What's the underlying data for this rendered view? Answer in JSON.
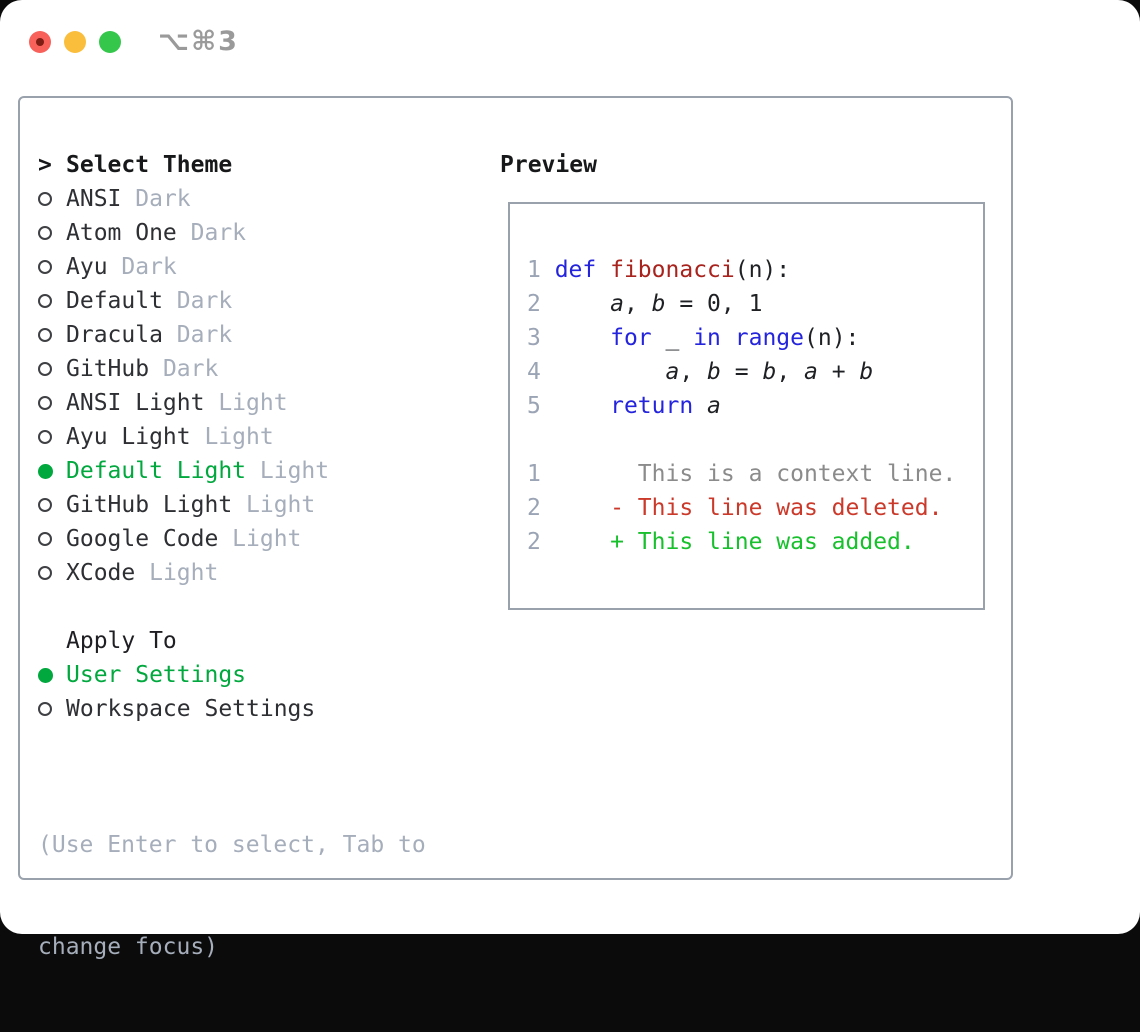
{
  "titlebar": {
    "shortcut": "⌥⌘3"
  },
  "theme_panel": {
    "header_prefix": ">",
    "header": "Select Theme",
    "items": [
      {
        "name": "ANSI",
        "variant": "Dark",
        "selected": false
      },
      {
        "name": "Atom One",
        "variant": "Dark",
        "selected": false
      },
      {
        "name": "Ayu",
        "variant": "Dark",
        "selected": false
      },
      {
        "name": "Default",
        "variant": "Dark",
        "selected": false
      },
      {
        "name": "Dracula",
        "variant": "Dark",
        "selected": false
      },
      {
        "name": "GitHub",
        "variant": "Dark",
        "selected": false
      },
      {
        "name": "ANSI Light",
        "variant": "Light",
        "selected": false
      },
      {
        "name": "Ayu Light",
        "variant": "Light",
        "selected": false
      },
      {
        "name": "Default Light",
        "variant": "Light",
        "selected": true
      },
      {
        "name": "GitHub Light",
        "variant": "Light",
        "selected": false
      },
      {
        "name": "Google Code",
        "variant": "Light",
        "selected": false
      },
      {
        "name": "XCode",
        "variant": "Light",
        "selected": false
      }
    ],
    "apply_to": {
      "header": "Apply To",
      "options": [
        {
          "label": "User Settings",
          "selected": true
        },
        {
          "label": "Workspace Settings",
          "selected": false
        }
      ]
    },
    "help_lines": [
      "(Use Enter to select, Tab to",
      "change focus)"
    ]
  },
  "preview": {
    "title": "Preview",
    "code_lines": [
      {
        "num": "1",
        "tokens": [
          {
            "t": "def",
            "c": "kw"
          },
          {
            "t": " ",
            "c": "pl"
          },
          {
            "t": "fibonacci",
            "c": "fn"
          },
          {
            "t": "(n):",
            "c": "pl"
          }
        ]
      },
      {
        "num": "2",
        "tokens": [
          {
            "t": "    ",
            "c": "pl"
          },
          {
            "t": "a",
            "c": "var"
          },
          {
            "t": ", ",
            "c": "pl"
          },
          {
            "t": "b",
            "c": "var"
          },
          {
            "t": " = 0, 1",
            "c": "pl"
          }
        ]
      },
      {
        "num": "3",
        "tokens": [
          {
            "t": "    ",
            "c": "pl"
          },
          {
            "t": "for",
            "c": "kw"
          },
          {
            "t": " _ ",
            "c": "pl"
          },
          {
            "t": "in",
            "c": "kw"
          },
          {
            "t": " ",
            "c": "pl"
          },
          {
            "t": "range",
            "c": "kw"
          },
          {
            "t": "(n):",
            "c": "pl"
          }
        ]
      },
      {
        "num": "4",
        "tokens": [
          {
            "t": "        ",
            "c": "pl"
          },
          {
            "t": "a",
            "c": "var"
          },
          {
            "t": ", ",
            "c": "pl"
          },
          {
            "t": "b",
            "c": "var"
          },
          {
            "t": " = ",
            "c": "pl"
          },
          {
            "t": "b",
            "c": "var"
          },
          {
            "t": ", ",
            "c": "pl"
          },
          {
            "t": "a",
            "c": "var"
          },
          {
            "t": " + ",
            "c": "pl"
          },
          {
            "t": "b",
            "c": "var"
          }
        ]
      },
      {
        "num": "5",
        "tokens": [
          {
            "t": "    ",
            "c": "pl"
          },
          {
            "t": "return",
            "c": "kw"
          },
          {
            "t": " ",
            "c": "pl"
          },
          {
            "t": "a",
            "c": "var"
          }
        ]
      },
      {
        "num": "",
        "tokens": []
      },
      {
        "num": "1",
        "tokens": [
          {
            "t": "      ",
            "c": "pl"
          },
          {
            "t": "This is a context line.",
            "c": "ctx"
          }
        ]
      },
      {
        "num": "2",
        "tokens": [
          {
            "t": "    ",
            "c": "pl"
          },
          {
            "t": "- This line was deleted.",
            "c": "del"
          }
        ]
      },
      {
        "num": "2",
        "tokens": [
          {
            "t": "    ",
            "c": "pl"
          },
          {
            "t": "+ This line was added.",
            "c": "add"
          }
        ]
      }
    ]
  },
  "colors": {
    "accent_green": "#00a83e",
    "keyword_blue": "#2424dd",
    "function_red": "#a8231d",
    "added_green": "#17c02c",
    "deleted_red": "#cb392a",
    "context_gray": "#8b8b8b",
    "muted_gray": "#a6aebb",
    "line_number_gray": "#9aa4b4",
    "panel_border": "#99a1ac",
    "traffic_red": "#f8605a",
    "traffic_yellow": "#fbbd3c",
    "traffic_green": "#34c74c"
  }
}
